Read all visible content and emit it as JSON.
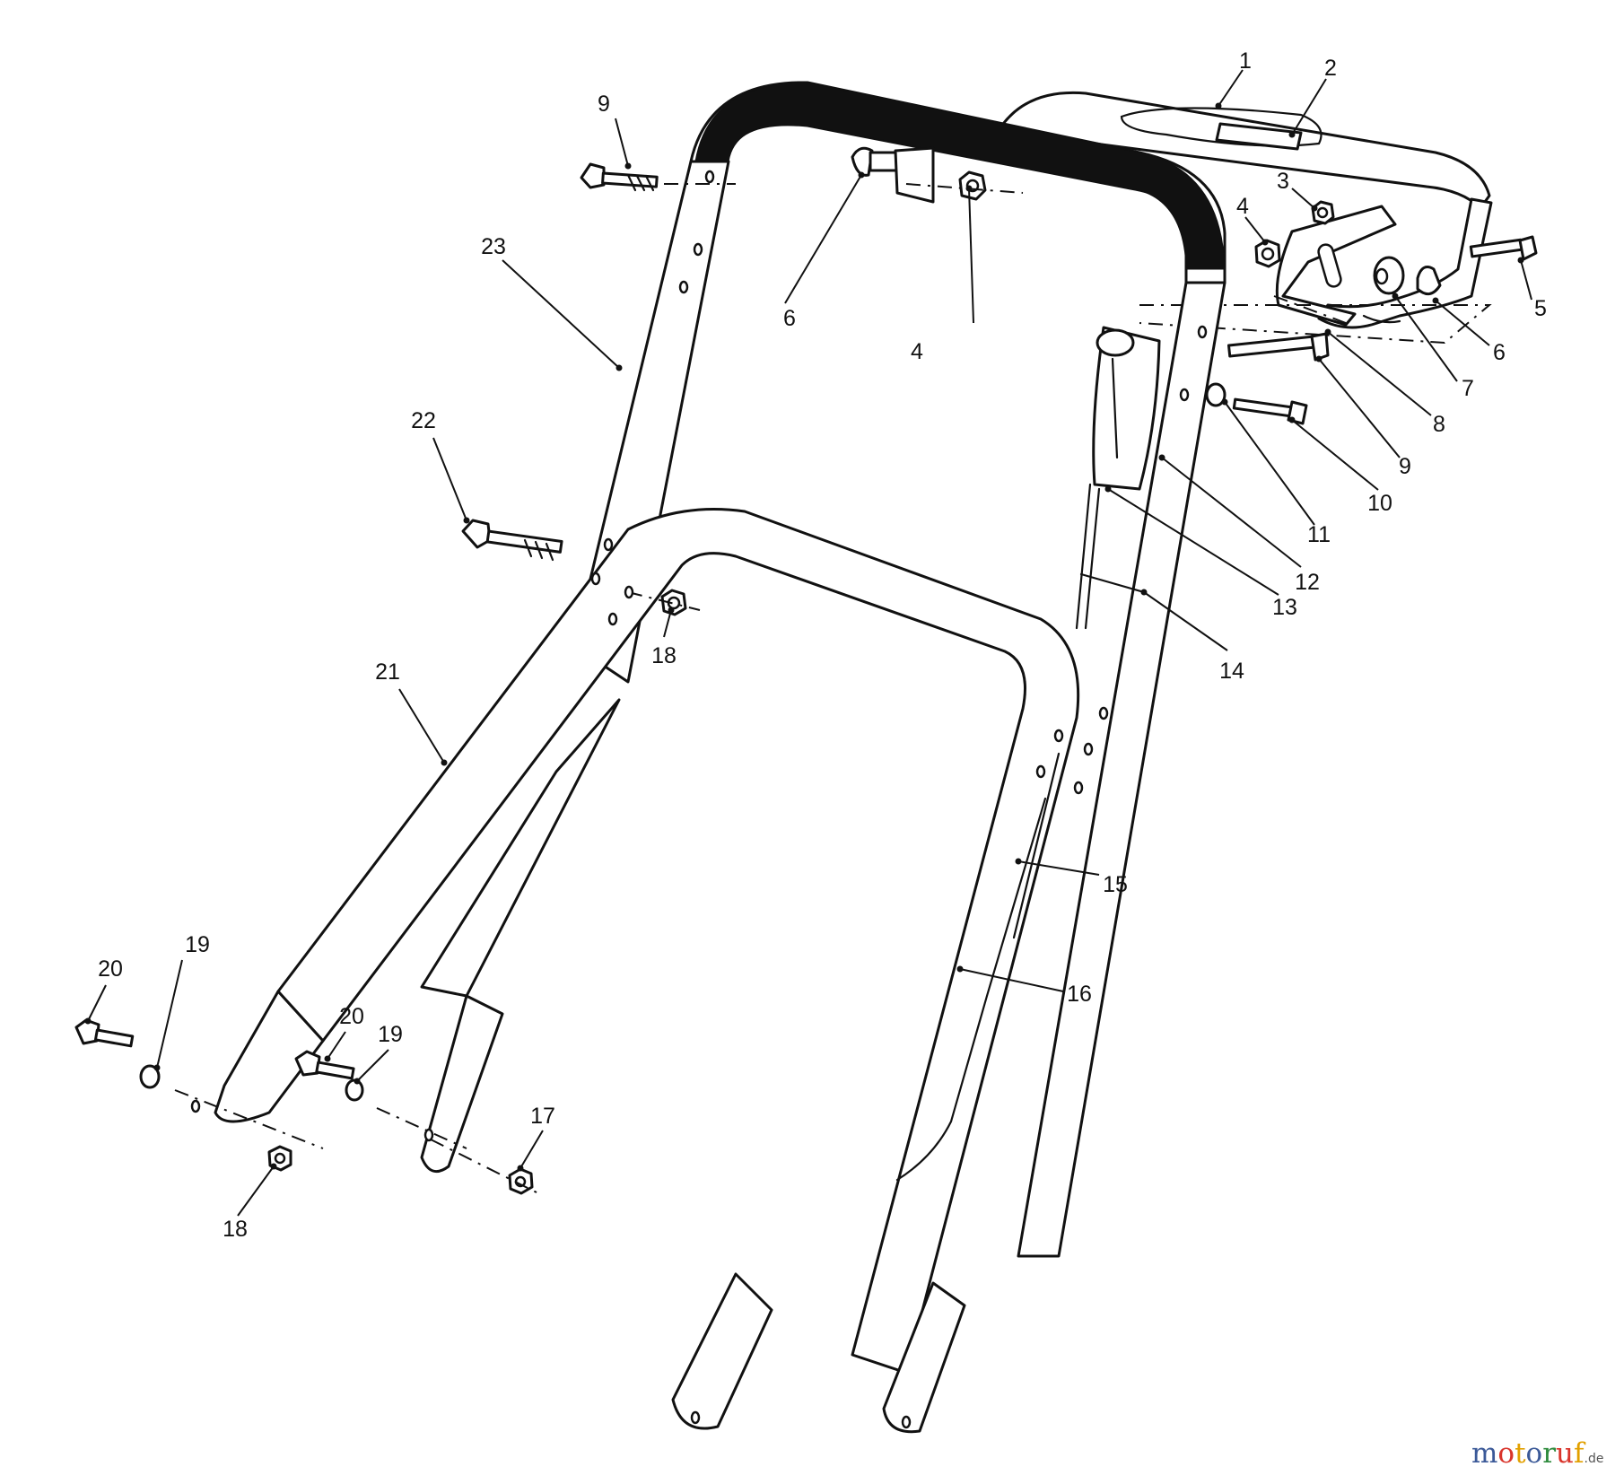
{
  "watermark": {
    "letters": [
      {
        "ch": "m",
        "color": "#3b5998"
      },
      {
        "ch": "o",
        "color": "#d9342b"
      },
      {
        "ch": "t",
        "color": "#e2a000"
      },
      {
        "ch": "o",
        "color": "#3b5998"
      },
      {
        "ch": "r",
        "color": "#2e8b3d"
      },
      {
        "ch": "u",
        "color": "#d9342b"
      },
      {
        "ch": "f",
        "color": "#e2a000"
      }
    ],
    "suffix": ".de",
    "suffix_color": "#555555"
  },
  "callouts": [
    {
      "id": "c1",
      "label": "1"
    },
    {
      "id": "c2",
      "label": "2"
    },
    {
      "id": "c3",
      "label": "3"
    },
    {
      "id": "c4a",
      "label": "4"
    },
    {
      "id": "c4b",
      "label": "4"
    },
    {
      "id": "c5",
      "label": "5"
    },
    {
      "id": "c6a",
      "label": "6"
    },
    {
      "id": "c6b",
      "label": "6"
    },
    {
      "id": "c7",
      "label": "7"
    },
    {
      "id": "c8",
      "label": "8"
    },
    {
      "id": "c9a",
      "label": "9"
    },
    {
      "id": "c9b",
      "label": "9"
    },
    {
      "id": "c10",
      "label": "10"
    },
    {
      "id": "c11",
      "label": "11"
    },
    {
      "id": "c12",
      "label": "12"
    },
    {
      "id": "c13",
      "label": "13"
    },
    {
      "id": "c14",
      "label": "14"
    },
    {
      "id": "c15",
      "label": "15"
    },
    {
      "id": "c16",
      "label": "16"
    },
    {
      "id": "c17",
      "label": "17"
    },
    {
      "id": "c18a",
      "label": "18"
    },
    {
      "id": "c18b",
      "label": "18"
    },
    {
      "id": "c19a",
      "label": "19"
    },
    {
      "id": "c19b",
      "label": "19"
    },
    {
      "id": "c20a",
      "label": "20"
    },
    {
      "id": "c20b",
      "label": "20"
    },
    {
      "id": "c21",
      "label": "21"
    },
    {
      "id": "c22",
      "label": "22"
    },
    {
      "id": "c23",
      "label": "23"
    }
  ]
}
